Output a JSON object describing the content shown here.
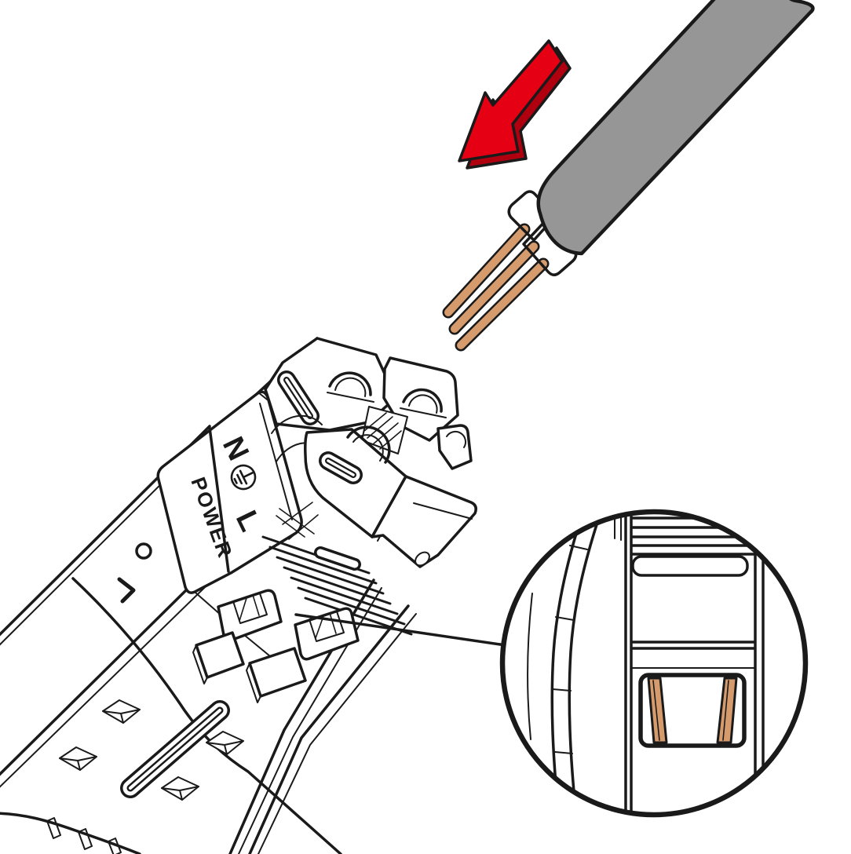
{
  "labels": {
    "power": "POWER",
    "terminal_neutral": "N",
    "terminal_live": "L"
  },
  "icons": {
    "ground": "earth-ground-symbol",
    "arrow": "insertion-direction-arrow",
    "callout": "magnifier-detail-circle"
  },
  "colors": {
    "outline": "#1a1a1a",
    "cable_sheath": "#969696",
    "wire_blue": "#1694d1",
    "wire_brown": "#9e5440",
    "copper": "#d59b6d",
    "arrow_red": "#e60014",
    "arrow_red_dark": "#b00010",
    "background": "#ffffff"
  }
}
